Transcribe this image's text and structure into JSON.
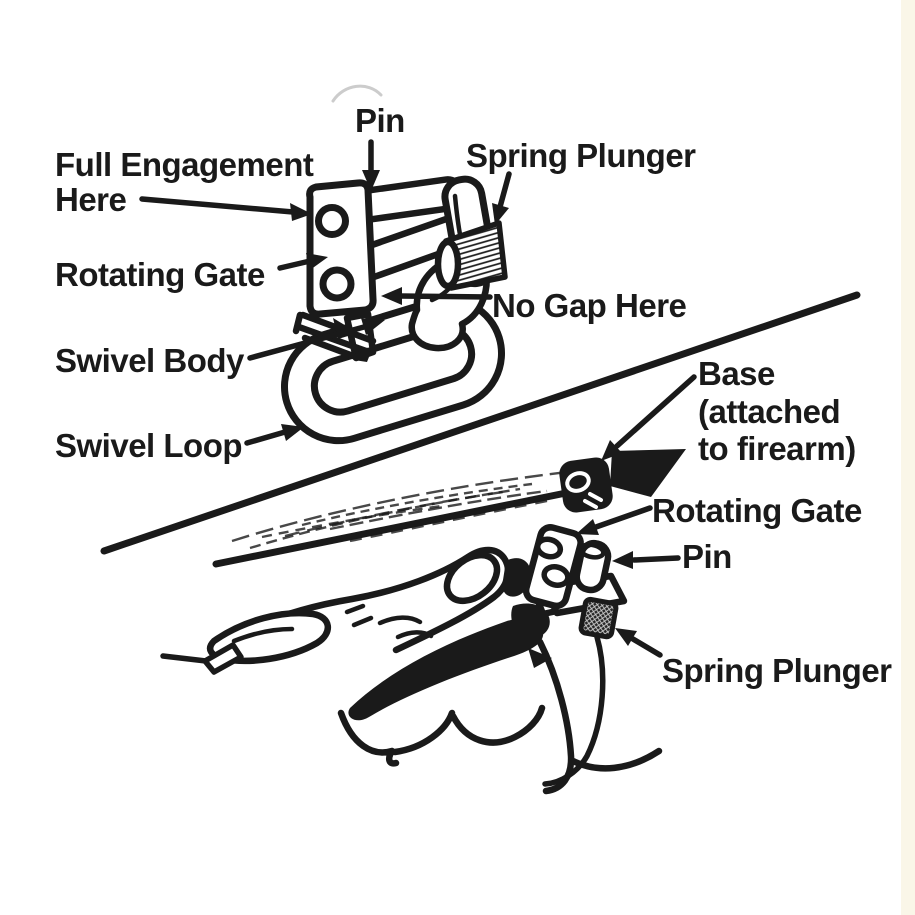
{
  "canvas": {
    "ink_color": "#1a1a1a",
    "paper_color": "#ffffff",
    "scan_edge_tint": "#f6eed6"
  },
  "labels": {
    "pin_top": "Pin",
    "full_engagement_line1": "Full Engagement",
    "full_engagement_line2": "Here",
    "rotating_gate_top": "Rotating Gate",
    "swivel_body": "Swivel Body",
    "swivel_loop": "Swivel Loop",
    "spring_plunger_top": "Spring Plunger",
    "no_gap_here": "No Gap Here",
    "base_line1": "Base",
    "base_line2": "(attached",
    "base_line3": "to firearm)",
    "rotating_gate_bottom": "Rotating Gate",
    "pin_bottom": "Pin",
    "spring_plunger_bottom": "Spring Plunger"
  }
}
